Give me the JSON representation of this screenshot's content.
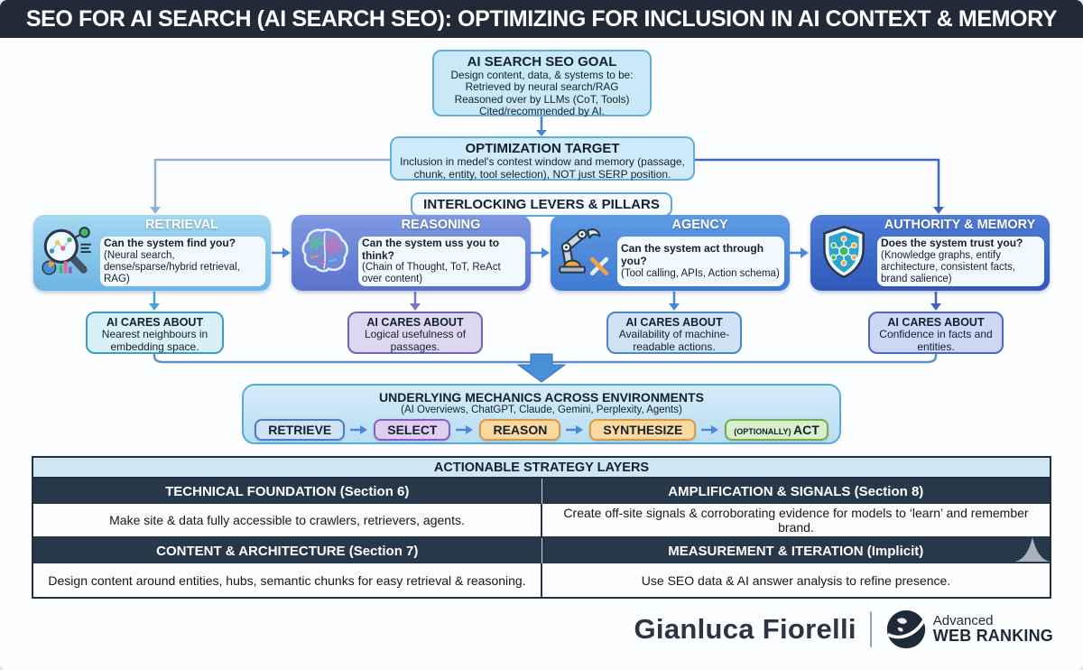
{
  "title": "SEO FOR AI SEARCH (AI SEARCH SEO): OPTIMIZING FOR INCLUSION IN AI CONTEXT & MEMORY",
  "goal": {
    "title": "AI SEARCH SEO GOAL",
    "lines": [
      "Design content, data, & systems to be:",
      "Retrieved by neural search/RAG",
      "Reasoned over by LLMs (CoT, Tools)",
      "Cited/recommended by AI."
    ]
  },
  "optimization_target": {
    "title": "OPTIMIZATION TARGET",
    "body": "Inclusion in medel's contest window and memory (passage, chunk, entity, tool selection), NOT just SERP position."
  },
  "levers_label": "INTERLOCKING LEVERS & PILLARS",
  "pillars": [
    {
      "name": "RETRIEVAL",
      "icon": "magnifier-analytics-icon",
      "question": "Can the system find you?",
      "detail": "(Neural search, dense/sparse/hybrid retrieval, RAG)"
    },
    {
      "name": "REASONING",
      "icon": "brain-gears-icon",
      "question": "Can the system uss you to think?",
      "detail": "(Chain of Thought, ToT, ReAct over content)"
    },
    {
      "name": "AGENCY",
      "icon": "robot-arm-tools-icon",
      "question": "Can the system act through you?",
      "detail": "(Tool calling, APIs, Action schema)"
    },
    {
      "name": "AUTHORITY & MEMORY",
      "icon": "shield-knowledge-graph-icon",
      "question": "Does the system trust you?",
      "detail": "(Knowledge graphs, entify architecture, consistent facts, brand salience)"
    }
  ],
  "cares": [
    {
      "title": "AI CARES ABOUT",
      "body": "Nearest neighbours in embedding space."
    },
    {
      "title": "AI CARES ABOUT",
      "body": "Logical usefulness of passages."
    },
    {
      "title": "AI CARES ABOUT",
      "body": "Availability of machine-readable actions."
    },
    {
      "title": "AI CARES ABOUT",
      "body": "Confidence in facts and entities."
    }
  ],
  "mechanics": {
    "title": "UNDERLYING MECHANICS ACROSS ENVIRONMENTS",
    "subtitle": "(AI Overviews, ChatGPT, Claude, Gemini, Perplexity, Agents)",
    "stages": [
      {
        "label": "RETRIEVE"
      },
      {
        "label": "SELECT"
      },
      {
        "label": "REASON"
      },
      {
        "label": "SYNTHESIZE"
      },
      {
        "prefix": "(OPTIONALLY) ",
        "label": "ACT"
      }
    ]
  },
  "strategy": {
    "title": "ACTIONABLE STRATEGY LAYERS",
    "rows": [
      {
        "left_header": "TECHNICAL FOUNDATION (Section 6)",
        "right_header": "AMPLIFICATION & SIGNALS (Section 8)",
        "left_body": "Make site & data fully accessible to crawlers, retrievers, agents.",
        "right_body": "Create off-site signals & corroborating evidence for models to ‘learn’ and remember brand."
      },
      {
        "left_header": "CONTENT & ARCHITECTURE (Section 7)",
        "right_header": "MEASUREMENT & ITERATION (Implicit)",
        "left_body": "Design content around entities, hubs, semantic chunks for easy retrieval & reasoning.",
        "right_body": "Use SEO data & AI answer analysis to refine presence."
      }
    ]
  },
  "footer": {
    "author": "Gianluca Fiorelli",
    "brand_line1": "Advanced",
    "brand_line2": "WEB RANKING"
  },
  "colors": {
    "title_bar_bg": "#212a36",
    "light_blue_box_bg": "#c9e8f8",
    "box_border_blue": "#62aed8",
    "pillar_retrieval": "#6cb5e3",
    "pillar_reasoning": "#5a72cc",
    "pillar_agency": "#3f7ad2",
    "pillar_authority": "#3058ba",
    "chip_retrieve_bg": "#cfe2f6",
    "chip_select_bg": "#e0cdf2",
    "chip_reason_bg": "#fcd9a0",
    "chip_synthesize_bg": "#fcd9a0",
    "chip_act_bg": "#d9efca",
    "table_dark_row_bg": "#27384a",
    "table_header_bg": "#cfe6f5",
    "arrow_blue": "#4a86dc"
  }
}
